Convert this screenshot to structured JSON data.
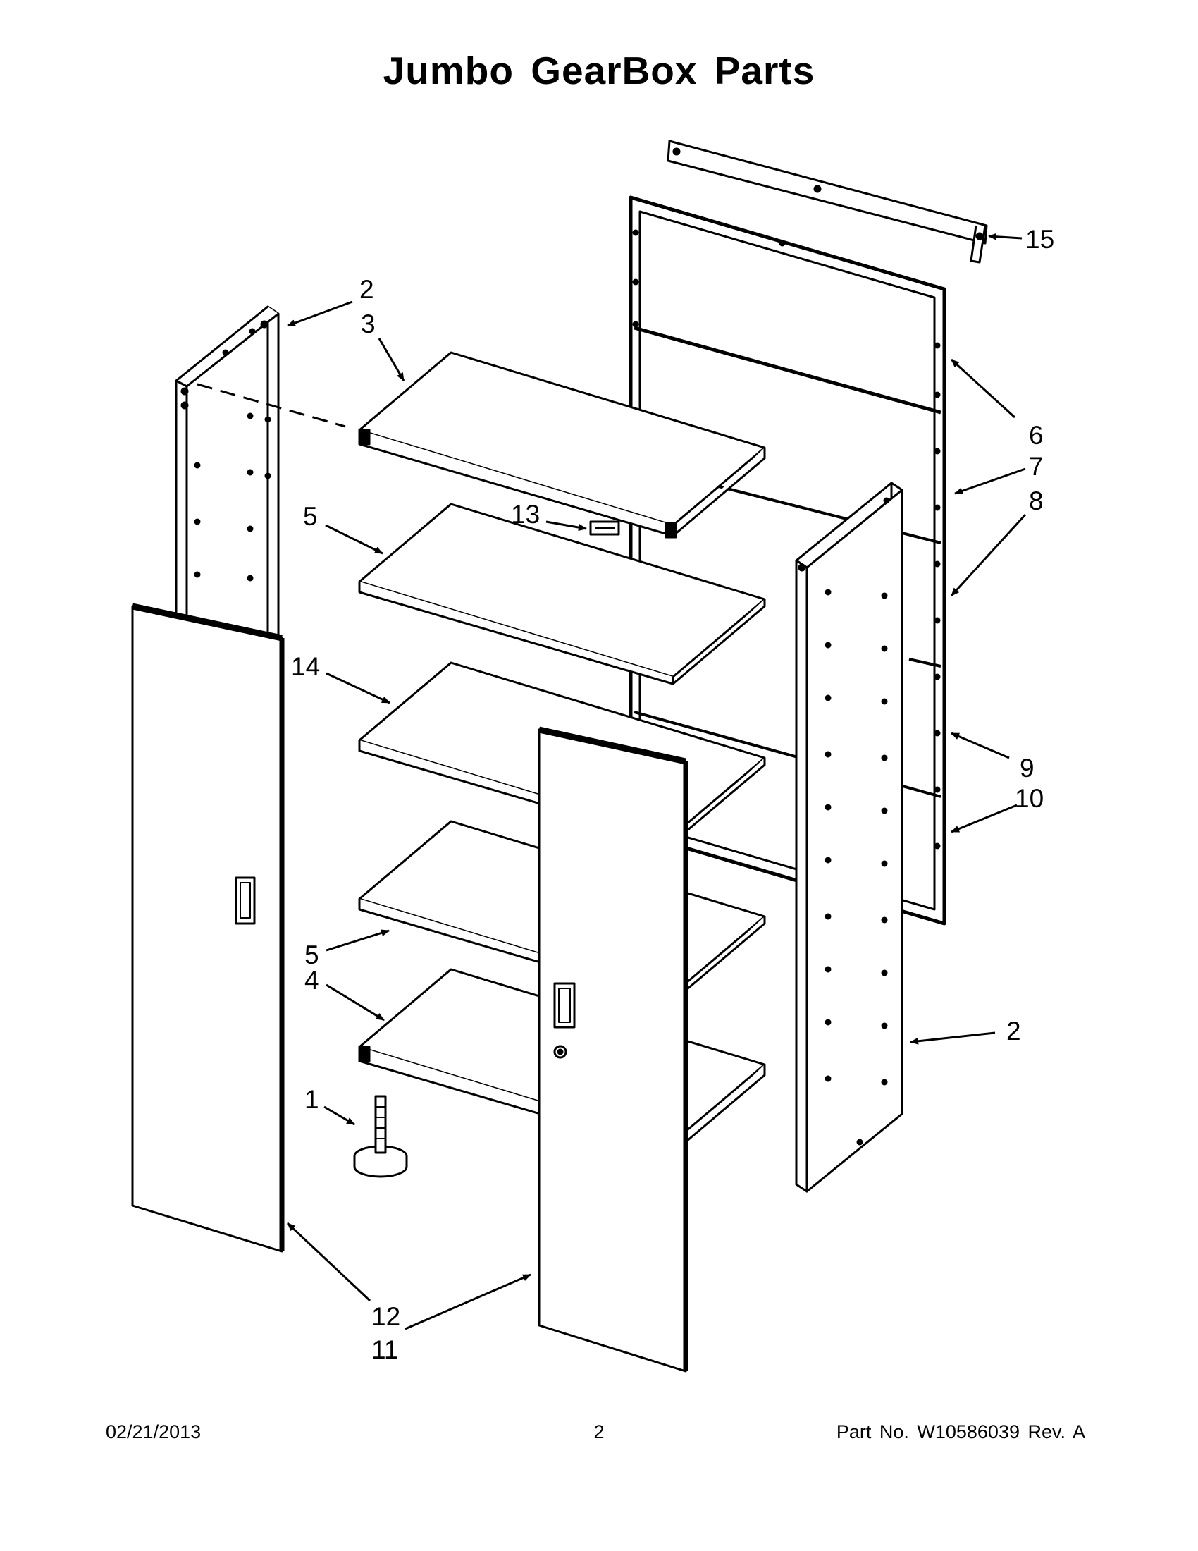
{
  "page": {
    "title": "Jumbo GearBox Parts",
    "footer": {
      "date": "02/21/2013",
      "page_number": "2",
      "part_info": "Part No.  W10586039  Rev.  A"
    }
  },
  "callouts": [
    "15",
    "2",
    "3",
    "6",
    "7",
    "8",
    "13",
    "5",
    "14",
    "9",
    "10",
    "2",
    "5",
    "4",
    "1",
    "12",
    "11"
  ]
}
